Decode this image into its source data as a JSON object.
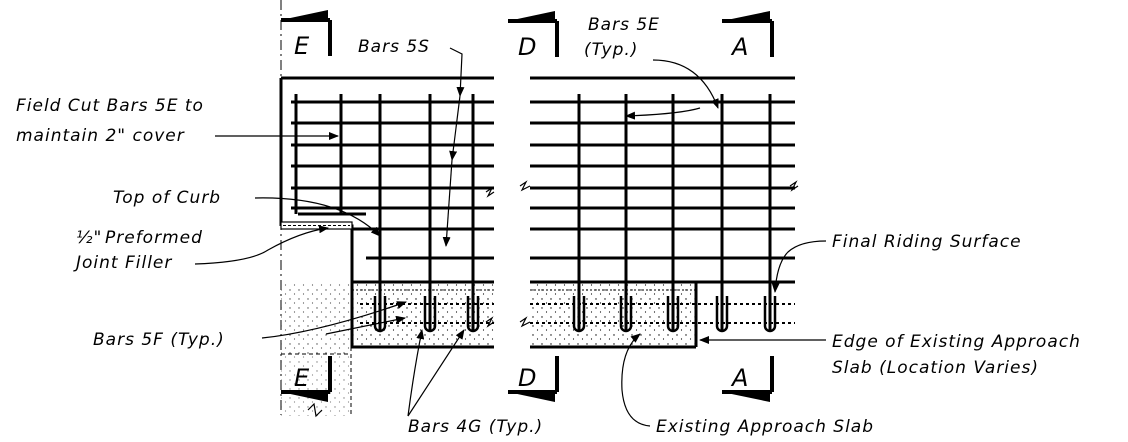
{
  "section_marks": {
    "e_top": "E",
    "d_top": "D",
    "a_top": "A",
    "e_bottom": "E",
    "d_bottom": "D",
    "a_bottom": "A"
  },
  "labels": {
    "bars_5s": "Bars 5S",
    "bars_5e_line1": "Bars 5E",
    "bars_5e_line2": "(Typ.)",
    "field_cut_line1": "Field Cut Bars 5E to",
    "field_cut_line2": "maintain 2\" cover",
    "top_of_curb": "Top of Curb",
    "preformed_fraction": "½\"",
    "preformed_line1": "Preformed",
    "preformed_line2": "Joint Filler",
    "final_riding_surface": "Final Riding Surface",
    "bars_5f": "Bars 5F (Typ.)",
    "edge_line1": "Edge of Existing Approach",
    "edge_line2": "Slab (Location Varies)",
    "bars_4g": "Bars 4G (Typ.)",
    "existing_approach_slab": "Existing Approach Slab"
  }
}
